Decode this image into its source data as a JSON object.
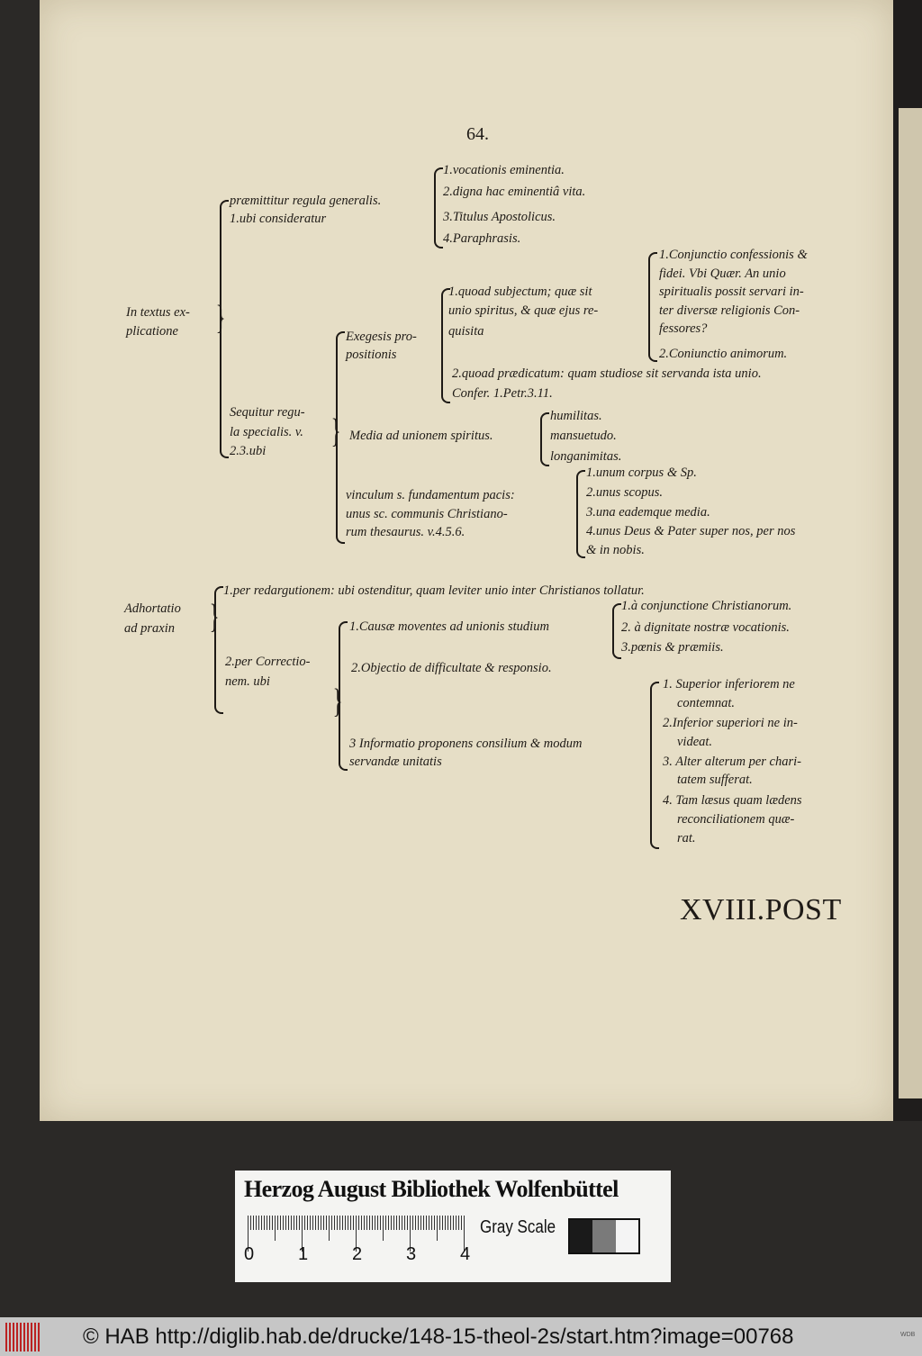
{
  "page_number": "64.",
  "catchword": "XVIII.POST",
  "outline": {
    "part1": {
      "label": [
        "In textus ex-",
        "plicatione"
      ],
      "general_rule": [
        "præmittitur regula generalis.",
        "1.ubi consideratur"
      ],
      "general_items": [
        "1.vocationis eminentia.",
        "2.digna hac eminentiâ vita.",
        "3.Titulus Apostolicus.",
        "4.Paraphrasis."
      ],
      "special_rule": [
        "Sequitur regu-",
        "la specialis. v.",
        "2.3.ubi"
      ],
      "exegesis": [
        "Exegesis pro-",
        "positionis"
      ],
      "subject": [
        "1.quoad subjectum; quæ sit",
        "unio spiritus, & quæ ejus re-",
        "quisita"
      ],
      "subject_items": [
        "1.Conjunctio confessionis &",
        "fidei. Vbi Quær. An unio",
        "spiritualis possit servari in-",
        "ter diversæ religionis Con-",
        "fessores?",
        "2.Coniunctio animorum."
      ],
      "predicate": [
        "2.quoad prædicatum: quam studiose sit servanda ista unio.",
        "Confer. 1.Petr.3.11."
      ],
      "media": "Media ad unionem spiritus.",
      "media_items": [
        "humilitas.",
        "mansuetudo.",
        "longanimitas."
      ],
      "vinculum": [
        "vinculum s. fundamentum pacis:",
        "unus sc. communis Christiano-",
        "rum thesaurus. v.4.5.6."
      ],
      "vinculum_items": [
        "1.unum corpus & Sp.",
        "2.unus scopus.",
        "3.una eademque media.",
        "4.unus Deus & Pater super nos, per nos",
        "& in nobis."
      ]
    },
    "part2": {
      "label": [
        "Adhortatio",
        "ad praxin"
      ],
      "redargutio": "1.per redargutionem: ubi ostenditur, quam leviter unio inter Christianos tollatur.",
      "correctio": [
        "2.per Correctio-",
        "nem. ubi"
      ],
      "causae": "1.Causæ moventes ad unionis studium",
      "causae_items": [
        "1.à conjunctione Christianorum.",
        "2. à dignitate nostræ vocationis.",
        "3.pœnis & præmiis."
      ],
      "objectio": "2.Objectio de difficultate & responsio.",
      "informatio": [
        "3 Informatio proponens consilium & modum",
        "servandæ unitatis"
      ],
      "informatio_items": [
        "1. Superior inferiorem ne",
        "contemnat.",
        "2.Inferior superiori ne in-",
        "videat.",
        "3. Alter alterum per chari-",
        "tatem sufferat.",
        "4. Tam læsus quam lædens",
        "reconciliationem quæ-",
        "rat."
      ]
    }
  },
  "color_card": {
    "title": "Herzog August Bibliothek Wolfenbüttel",
    "scale_numbers": [
      "0",
      "1",
      "2",
      "3",
      "4"
    ],
    "gray_scale_label": "Gray Scale",
    "swatch_colors": [
      "#1a1a1a",
      "#7a7a7a",
      "#f4f4f4"
    ]
  },
  "footer": {
    "credit": "© HAB http://diglib.hab.de/drucke/148-15-theol-2s/start.htm?image=00768",
    "mini_text": "WDB"
  },
  "colors": {
    "paper": "#e6dec6",
    "ink": "#1e1a16",
    "background": "#2b2927",
    "footer": "#c6c6c6",
    "logo_red": "#b22222"
  }
}
